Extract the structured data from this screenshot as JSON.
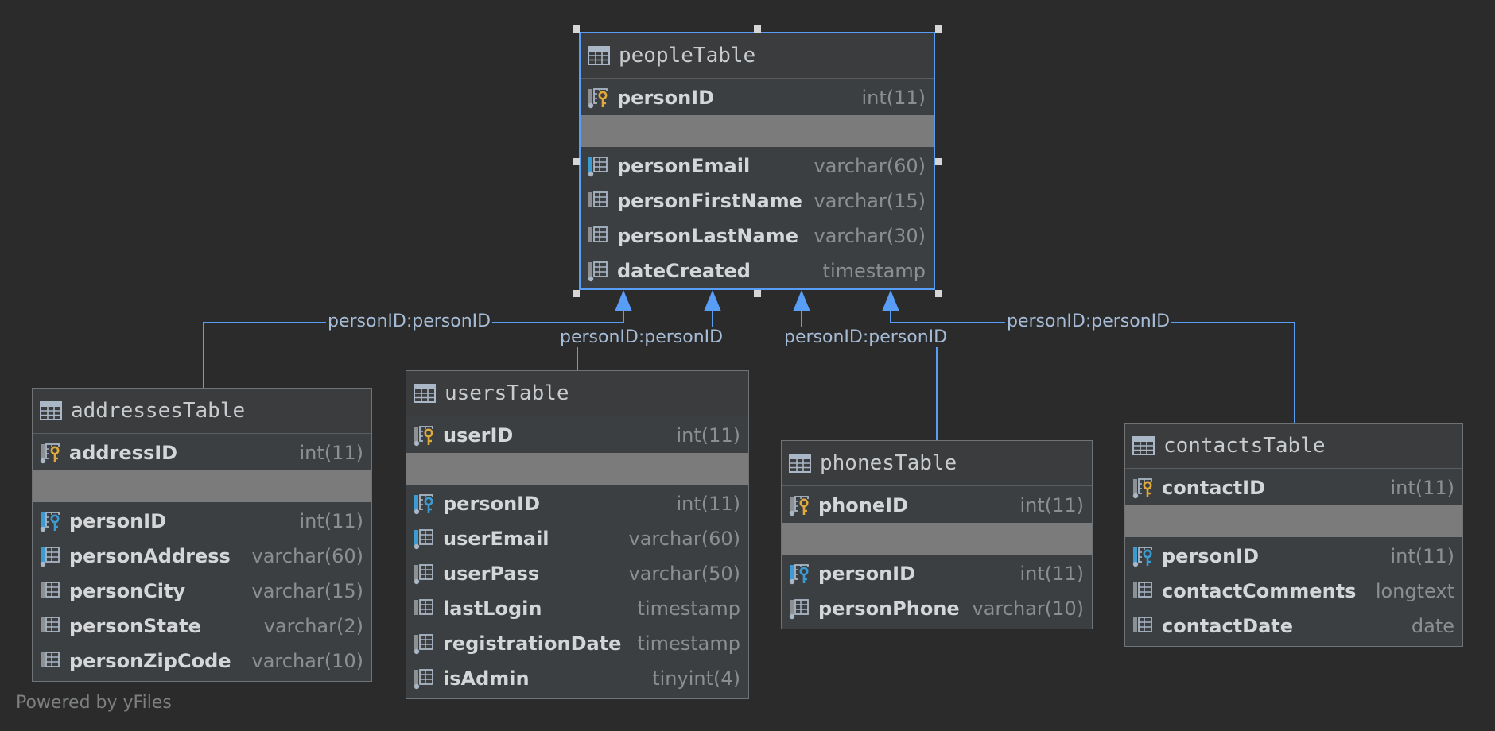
{
  "diagram": {
    "tables": [
      {
        "id": "people",
        "name": "peopleTable",
        "pk": [
          {
            "name": "personID",
            "type": "int(11)",
            "kind": "pk"
          }
        ],
        "columns": [
          {
            "name": "personEmail",
            "type": "varchar(60)",
            "kind": "index"
          },
          {
            "name": "personFirstName",
            "type": "varchar(15)",
            "kind": "col"
          },
          {
            "name": "personLastName",
            "type": "varchar(30)",
            "kind": "col"
          },
          {
            "name": "dateCreated",
            "type": "timestamp",
            "kind": "col-dot"
          }
        ]
      },
      {
        "id": "addresses",
        "name": "addressesTable",
        "pk": [
          {
            "name": "addressID",
            "type": "int(11)",
            "kind": "pk"
          }
        ],
        "columns": [
          {
            "name": "personID",
            "type": "int(11)",
            "kind": "fk"
          },
          {
            "name": "personAddress",
            "type": "varchar(60)",
            "kind": "index"
          },
          {
            "name": "personCity",
            "type": "varchar(15)",
            "kind": "col"
          },
          {
            "name": "personState",
            "type": "varchar(2)",
            "kind": "col"
          },
          {
            "name": "personZipCode",
            "type": "varchar(10)",
            "kind": "col"
          }
        ]
      },
      {
        "id": "users",
        "name": "usersTable",
        "pk": [
          {
            "name": "userID",
            "type": "int(11)",
            "kind": "pk"
          }
        ],
        "columns": [
          {
            "name": "personID",
            "type": "int(11)",
            "kind": "fk"
          },
          {
            "name": "userEmail",
            "type": "varchar(60)",
            "kind": "index"
          },
          {
            "name": "userPass",
            "type": "varchar(50)",
            "kind": "col-dot"
          },
          {
            "name": "lastLogin",
            "type": "timestamp",
            "kind": "col"
          },
          {
            "name": "registrationDate",
            "type": "timestamp",
            "kind": "col-dot"
          },
          {
            "name": "isAdmin",
            "type": "tinyint(4)",
            "kind": "col-dot"
          }
        ]
      },
      {
        "id": "phones",
        "name": "phonesTable",
        "pk": [
          {
            "name": "phoneID",
            "type": "int(11)",
            "kind": "pk"
          }
        ],
        "columns": [
          {
            "name": "personID",
            "type": "int(11)",
            "kind": "fk"
          },
          {
            "name": "personPhone",
            "type": "varchar(10)",
            "kind": "col-dot"
          }
        ]
      },
      {
        "id": "contacts",
        "name": "contactsTable",
        "pk": [
          {
            "name": "contactID",
            "type": "int(11)",
            "kind": "pk"
          }
        ],
        "columns": [
          {
            "name": "personID",
            "type": "int(11)",
            "kind": "fk"
          },
          {
            "name": "contactComments",
            "type": "longtext",
            "kind": "col"
          },
          {
            "name": "contactDate",
            "type": "date",
            "kind": "col"
          }
        ]
      }
    ],
    "relations": [
      {
        "from": "addresses",
        "to": "people",
        "label": "personID:personID"
      },
      {
        "from": "users",
        "to": "people",
        "label": "personID:personID"
      },
      {
        "from": "phones",
        "to": "people",
        "label": "personID:personID"
      },
      {
        "from": "contacts",
        "to": "people",
        "label": "personID:personID"
      }
    ],
    "colors": {
      "background": "#2b2b2b",
      "edge": "#589df6",
      "selection": "#589df6",
      "pk_key": "#e0a93c",
      "fk_key": "#3d9bd3"
    },
    "footer": "Powered by yFiles"
  }
}
